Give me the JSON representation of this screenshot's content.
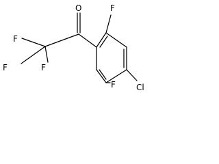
{
  "molecule": {
    "atoms": {
      "oxygen": "O",
      "fluorine_cf3_top": "F",
      "fluorine_cf3_left": "F",
      "fluorine_cf3_bottom": "F",
      "fluorine_ring_top": "F",
      "fluorine_ring_bottom": "F",
      "chlorine": "Cl"
    }
  }
}
